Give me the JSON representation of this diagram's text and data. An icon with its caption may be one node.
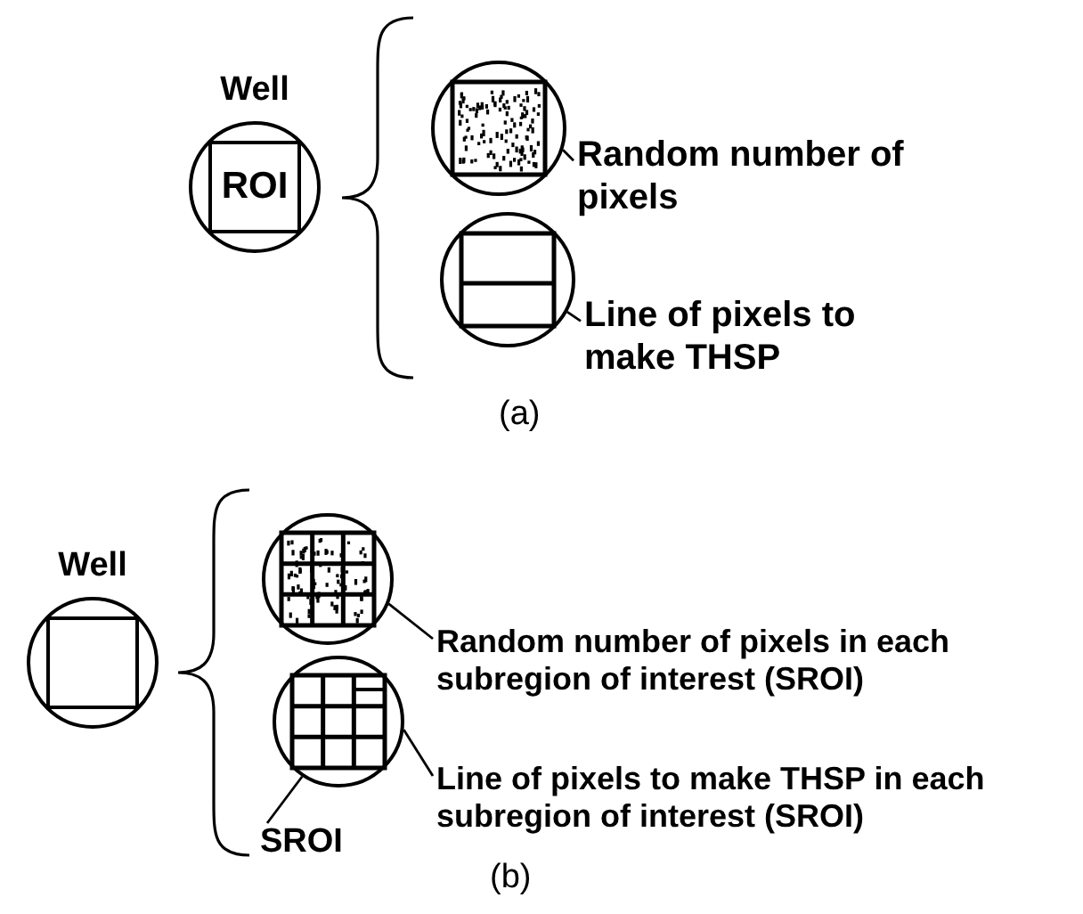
{
  "diagram": {
    "nodes": [
      {
        "text": [
          "Well"
        ]
      },
      {
        "text": [
          "ROI"
        ],
        "in": 0
      },
      {
        "text": [],
        "shape": "circle"
      },
      {
        "text": [
          "Random number of pixels"
        ]
      },
      {
        "text": [],
        "shape": "circle"
      },
      {
        "text": [
          "Line of pixels to make THSP"
        ]
      },
      {
        "text": [
          "Well"
        ]
      },
      {
        "text": [],
        "shape": "box",
        "in": 6
      },
      {
        "text": [],
        "shape": "circle"
      },
      {
        "text": [
          "Random number of pixels in each subregion of interest (SROI)"
        ]
      },
      {
        "text": [],
        "shape": "circle"
      },
      {
        "text": [
          "Line of pixels to make THSP in each subregion of interest (SROI)"
        ]
      },
      {
        "text": [
          "SROI"
        ]
      }
    ],
    "edges": [
      {
        "from": 3,
        "to": 2,
        "arrow": "none"
      },
      {
        "from": 5,
        "to": 4,
        "arrow": "none"
      },
      {
        "from": 9,
        "to": 8,
        "arrow": "none"
      },
      {
        "from": 11,
        "to": 10,
        "arrow": "none"
      },
      {
        "from": 12,
        "to": 10,
        "arrow": "none"
      }
    ],
    "labels": [
      "(a)",
      "(b)"
    ]
  }
}
